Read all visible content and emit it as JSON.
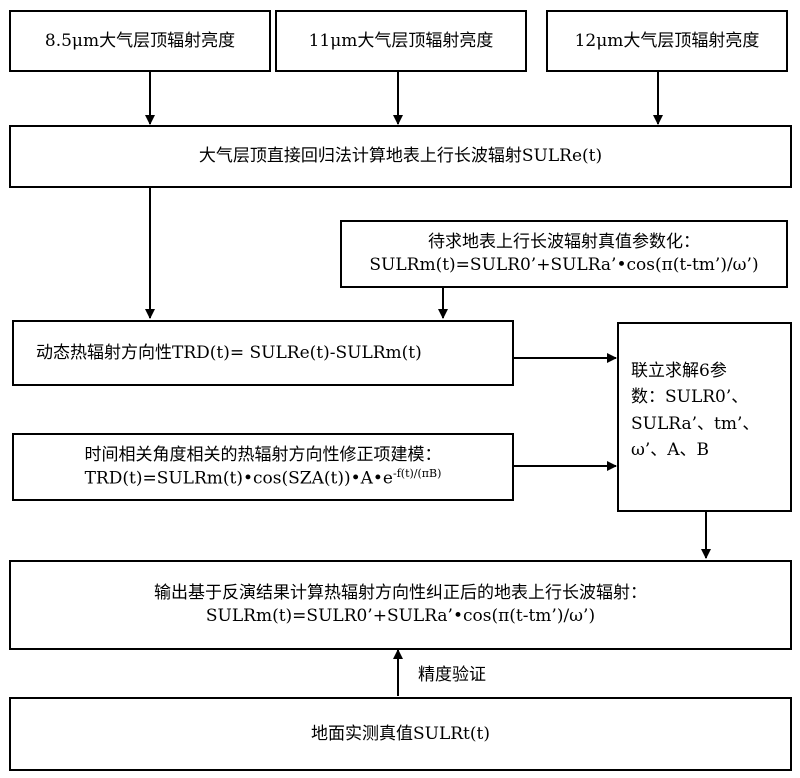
{
  "inputs": [
    "8.5μm大气层顶辐射亮度",
    "11μm大气层顶辐射亮度",
    "12μm大气层顶辐射亮度"
  ],
  "regression": "大气层顶直接回归法计算地表上行长波辐射SULRe(t)",
  "param": {
    "line1": "待求地表上行长波辐射真值参数化：",
    "line2": "SULRm(t)=SULR0’+SULRa’•cos(π(t-tm’)/ω’)"
  },
  "trd": "动态热辐射方向性TRD(t)= SULRe(t)-SULRm(t)",
  "solve": {
    "line1": "联立求解6参",
    "line2": "数：SULR0’、",
    "line3": "SULRa’、tm’、",
    "line4": "ω’、A、B"
  },
  "model": {
    "line1": "时间相关角度相关的热辐射方向性修正项建模：",
    "line2_main": "TRD(t)=SULRm(t)•cos(SZA(t))•A•e",
    "line2_sup": "-f(t)/(πB)"
  },
  "output": {
    "line1": "输出基于反演结果计算热辐射方向性纠正后的地表上行长波辐射：",
    "line2": "SULRm(t)=SULR0’+SULRa’•cos(π(t-tm’)/ω’)"
  },
  "validation_label": "精度验证",
  "ground": "地面实测真值SULRt(t)"
}
